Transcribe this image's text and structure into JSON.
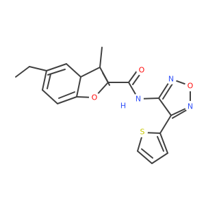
{
  "molecule": {
    "atoms": [
      {
        "id": "o-amide",
        "element": "O",
        "label": "O",
        "color": "#ff0d0d"
      },
      {
        "id": "n-amide",
        "element": "N",
        "label": "N",
        "color": "#3050f8"
      },
      {
        "id": "h-amide",
        "element": "H",
        "label": "H",
        "color": "#3050f8"
      },
      {
        "id": "o-furan",
        "element": "O",
        "label": "O",
        "color": "#ff0d0d"
      },
      {
        "id": "n-oxadiazole-upper",
        "element": "N",
        "label": "N",
        "color": "#3050f8"
      },
      {
        "id": "o-oxadiazole",
        "element": "O",
        "label": "O",
        "color": "#ff0d0d"
      },
      {
        "id": "n-oxadiazole-lower",
        "element": "N",
        "label": "N",
        "color": "#3050f8"
      },
      {
        "id": "s-thiophene",
        "element": "S",
        "label": "S",
        "color": "#c8c800"
      }
    ],
    "colors": {
      "bond": "#404040",
      "background": "#ffffff"
    }
  }
}
